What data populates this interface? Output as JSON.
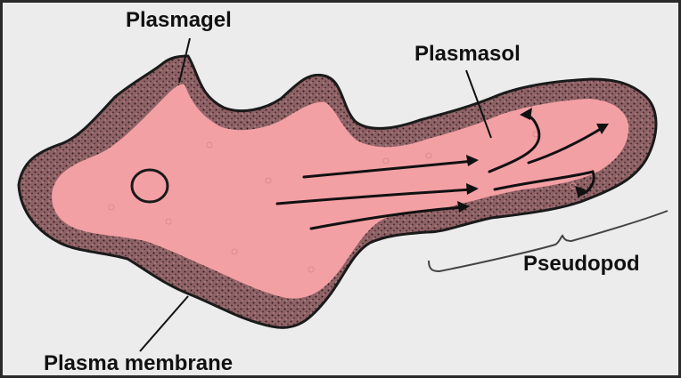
{
  "labels": {
    "plasmagel": "Plasmagel",
    "plasmasol": "Plasmasol",
    "pseudopod": "Pseudopod",
    "plasma_membrane": "Plasma membrane"
  },
  "colors": {
    "background": "#ececec",
    "frame": "#2a2a2a",
    "plasmagel": "#8a5a5e",
    "plasmasol": "#f3a0a4",
    "outline": "#1a1a1a"
  }
}
